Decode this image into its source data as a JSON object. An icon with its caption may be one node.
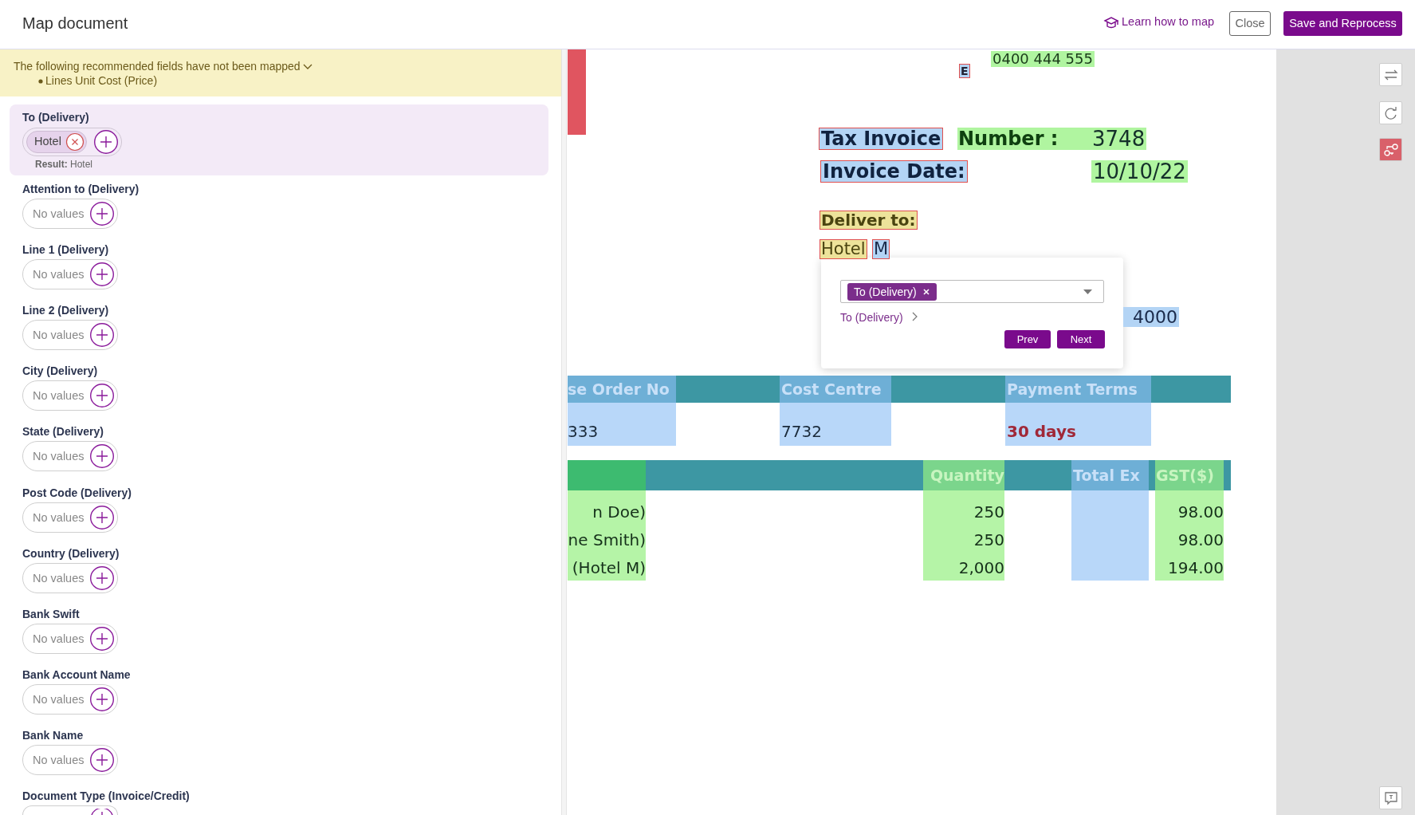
{
  "diagram": {
    "title": "Map document",
    "labels": [
      "Learn how to map",
      "Close",
      "Save and Reprocess",
      "The following recommended fields have not been mapped",
      "Lines Unit Cost (Price)",
      "To (Delivery)",
      "Hotel",
      "**Result:** Hotel",
      "Attention to (Delivery)",
      "No values",
      "Line 1 (Delivery)",
      "No values",
      "Line 2 (Delivery)",
      "No values",
      "City (Delivery)",
      "No values",
      "State (Delivery)",
      "No values",
      "Post Code (Delivery)",
      "No values",
      "Country (Delivery)",
      "No values",
      "Bank Swift",
      "No values",
      "Bank Account Name",
      "No values",
      "Bank Name",
      "No values",
      "Document Type (Invoice/Credit)",
      "0400 444 555",
      "E",
      "Tax Invoice",
      "Number :",
      "3748",
      "Invoice Date:",
      "10/10/22",
      "Deliver to:",
      "Hotel",
      "M",
      "4000",
      "To (Delivery)",
      "To (Delivery)",
      "Prev",
      "Next",
      "se Order No",
      "Cost Centre",
      "Payment Terms",
      "333",
      "7732",
      "30 days",
      "Quantity",
      "Total Ex",
      "GST($)",
      "n Doe)",
      "250",
      "98.00",
      "ne Smith)",
      "250",
      "98.00",
      "(Hotel M)",
      "2,000",
      "194.00"
    ]
  }
}
